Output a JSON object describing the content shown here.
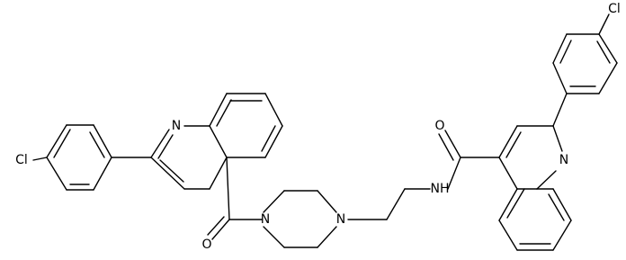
{
  "structure": {
    "atom_labels": {
      "cl_left": "Cl",
      "n_quinoline_left": "N",
      "o_carbonyl_left": "O",
      "n_piperazine_left": "N",
      "n_piperazine_right": "N",
      "nh_amide": "NH",
      "o_carbonyl_right": "O",
      "n_quinoline_right": "N",
      "cl_right": "Cl"
    }
  }
}
